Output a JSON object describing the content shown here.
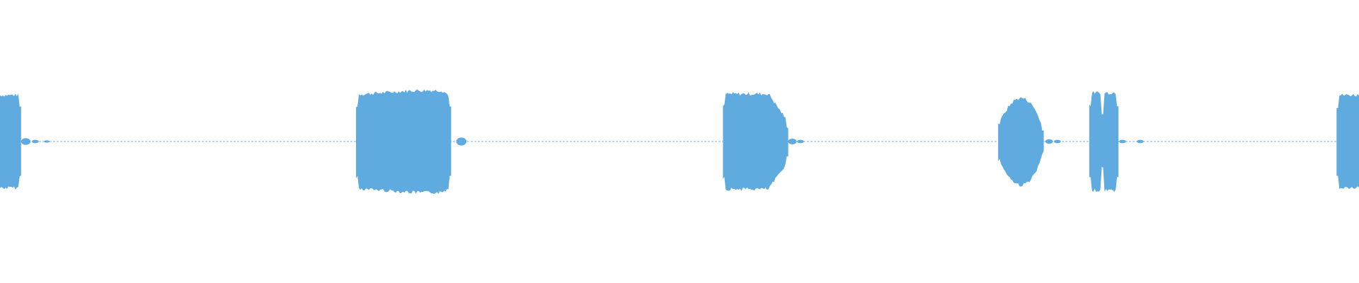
{
  "waveform": {
    "color": "#5fabe0",
    "baseline_amplitude": 0.01,
    "duration_fraction_segments": [
      {
        "start": 0.0,
        "end": 0.0155,
        "peak": 0.8,
        "shape": "flat"
      },
      {
        "start": 0.262,
        "end": 0.332,
        "peak": 0.88,
        "shape": "flat-rising"
      },
      {
        "start": 0.532,
        "end": 0.58,
        "peak": 0.82,
        "shape": "tapered-end"
      },
      {
        "start": 0.7345,
        "end": 0.768,
        "peak": 0.75,
        "shape": "rounded"
      },
      {
        "start": 0.8015,
        "end": 0.823,
        "peak": 0.84,
        "shape": "double"
      },
      {
        "start": 0.9835,
        "end": 1.0,
        "peak": 0.8,
        "shape": "flat"
      }
    ],
    "tails": [
      {
        "at": 0.019,
        "peak": 0.06
      },
      {
        "at": 0.026,
        "peak": 0.03
      },
      {
        "at": 0.0345,
        "peak": 0.02
      },
      {
        "at": 0.3395,
        "peak": 0.07
      },
      {
        "at": 0.583,
        "peak": 0.05
      },
      {
        "at": 0.589,
        "peak": 0.03
      },
      {
        "at": 0.772,
        "peak": 0.04
      },
      {
        "at": 0.778,
        "peak": 0.03
      },
      {
        "at": 0.826,
        "peak": 0.03
      },
      {
        "at": 0.839,
        "peak": 0.03
      }
    ]
  }
}
